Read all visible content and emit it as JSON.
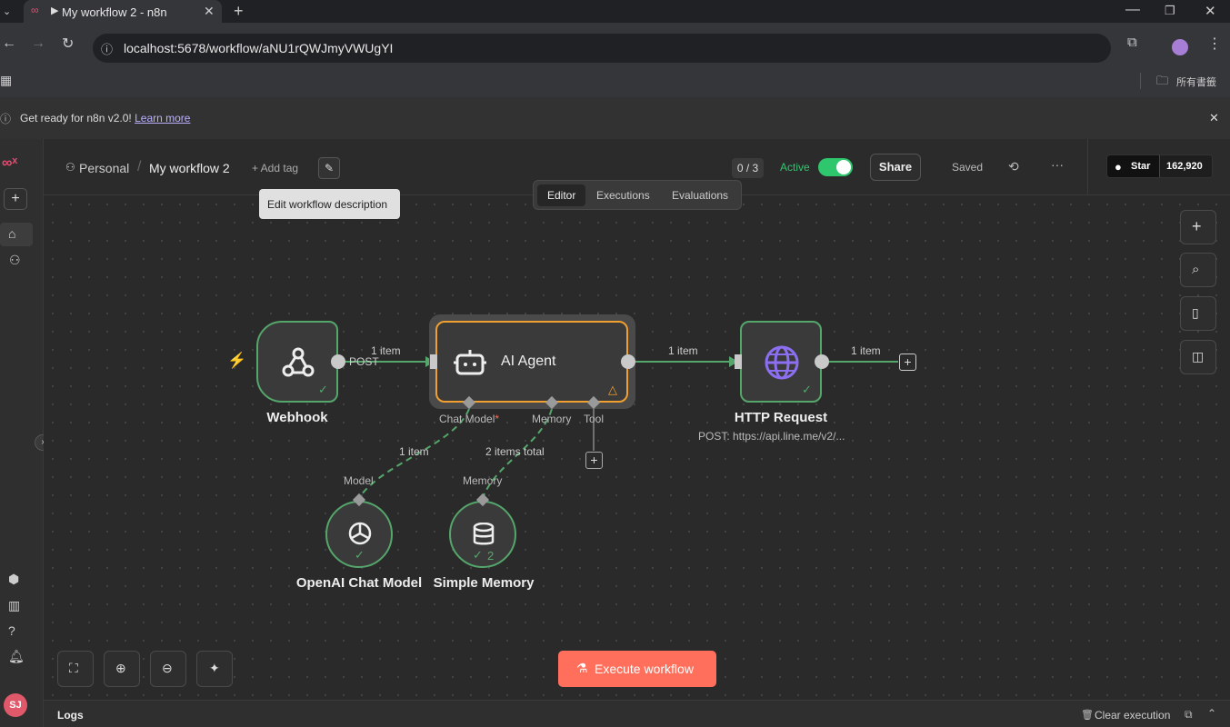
{
  "browser": {
    "tab_title": "My workflow 2 - n8n",
    "url": "localhost:5678/workflow/aNU1rQWJmyVWUgYI",
    "bookmarks_label": "所有書籤"
  },
  "banner": {
    "text": "Get ready for n8n v2.0!",
    "link": "Learn more"
  },
  "header": {
    "project": "Personal",
    "workflow_name": "My workflow 2",
    "add_tag": "+ Add tag",
    "tooltip": "Edit workflow description",
    "counter": "0 / 3",
    "active_label": "Active",
    "share": "Share",
    "saved": "Saved",
    "github_star": "Star",
    "github_count": "162,920",
    "tabs": [
      "Editor",
      "Executions",
      "Evaluations"
    ]
  },
  "nodes": {
    "webhook": {
      "label": "Webhook",
      "port_label": "POST"
    },
    "agent": {
      "label": "AI Agent",
      "chat_model": "Chat Model",
      "memory": "Memory",
      "tool": "Tool"
    },
    "http": {
      "label": "HTTP Request",
      "subtitle": "POST: https://api.line.me/v2/..."
    },
    "openai": {
      "label": "OpenAI Chat Model",
      "port": "Model"
    },
    "memory": {
      "label": "Simple Memory",
      "port": "Memory",
      "count": "2"
    }
  },
  "edges": {
    "e1": "1 item",
    "e2": "1 item",
    "e3": "1 item",
    "model": "1 item",
    "memory": "2 items total"
  },
  "footer": {
    "execute": "Execute workflow",
    "logs": "Logs",
    "clear": "Clear execution",
    "avatar": "SJ"
  },
  "colors": {
    "accent": "#ff6f5c",
    "success": "#55a66b",
    "active_toggle": "#2fc76d",
    "warning": "#f0a030"
  }
}
